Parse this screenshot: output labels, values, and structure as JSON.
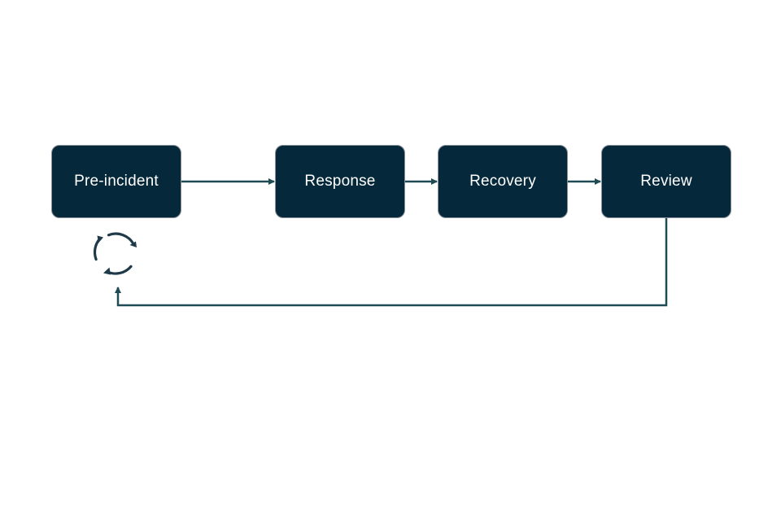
{
  "diagram": {
    "stages": [
      {
        "label": "Pre-incident"
      },
      {
        "label": "Response"
      },
      {
        "label": "Recovery"
      },
      {
        "label": "Review"
      }
    ],
    "colors": {
      "box_fill": "#05293a",
      "box_text": "#ffffff",
      "connector": "#1f4b55",
      "background": "#ffffff"
    },
    "icons": {
      "cycle": "refresh-cycle-icon"
    }
  }
}
